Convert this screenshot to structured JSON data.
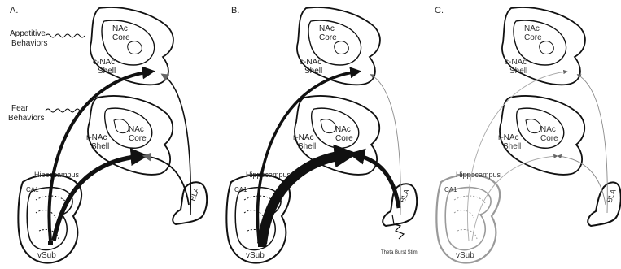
{
  "panels": [
    {
      "letter": "A.",
      "nac_core_upper": [
        "NAc",
        "Core"
      ],
      "c_nac_shell": [
        "c-NAc",
        "Shell"
      ],
      "nac_core_lower": [
        "NAc",
        "Core"
      ],
      "r_nac_shell": [
        "r-NAc",
        "Shell"
      ],
      "hippocampus": "Hippocampus",
      "ca1": "CA1",
      "vsub": "vSub",
      "bla": "BLA"
    },
    {
      "letter": "B.",
      "nac_core_upper": [
        "NAc",
        "Core"
      ],
      "c_nac_shell": [
        "c-NAc",
        "Shell"
      ],
      "nac_core_lower": [
        "NAc",
        "Core"
      ],
      "r_nac_shell": [
        "r-NAc",
        "Shell"
      ],
      "hippocampus": "Hippocampus",
      "ca1": "CA1",
      "vsub": "vSub",
      "bla": "BLA",
      "stim": "Theta Burst Stim"
    },
    {
      "letter": "C.",
      "nac_core_upper": [
        "NAc",
        "Core"
      ],
      "c_nac_shell": [
        "c-NAc",
        "Shell"
      ],
      "nac_core_lower": [
        "NAc",
        "Core"
      ],
      "r_nac_shell": [
        "r-NAc",
        "Shell"
      ],
      "hippocampus": "Hippocampus",
      "ca1": "CA1",
      "vsub": "vSub",
      "bla": "BLA"
    }
  ],
  "behaviors": {
    "appetitive": [
      "Appetitive",
      "Behaviors"
    ],
    "fear": [
      "Fear",
      "Behaviors"
    ]
  }
}
